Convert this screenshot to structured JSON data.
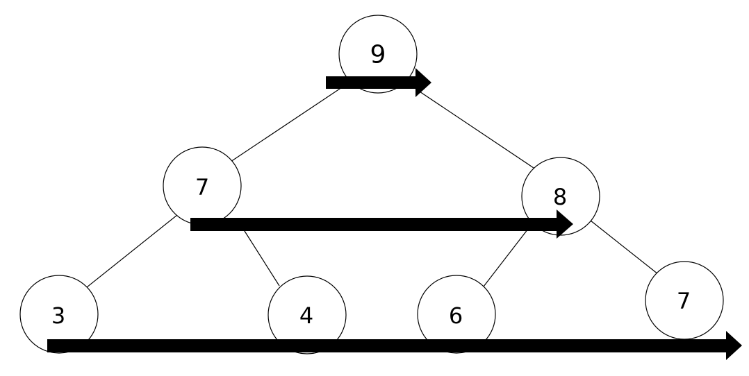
{
  "colors": {
    "background": "#ffffff",
    "stroke": "#000000",
    "arrow": "#000000"
  },
  "tree": {
    "root": {
      "value": "9"
    },
    "level1": [
      {
        "value": "7"
      },
      {
        "value": "8"
      }
    ],
    "level2": [
      {
        "value": "3"
      },
      {
        "value": "4"
      },
      {
        "value": "6"
      },
      {
        "value": "7"
      }
    ]
  },
  "arrows": [
    {
      "name": "level-0-traversal-arrow"
    },
    {
      "name": "level-1-traversal-arrow"
    },
    {
      "name": "level-2-traversal-arrow"
    }
  ]
}
